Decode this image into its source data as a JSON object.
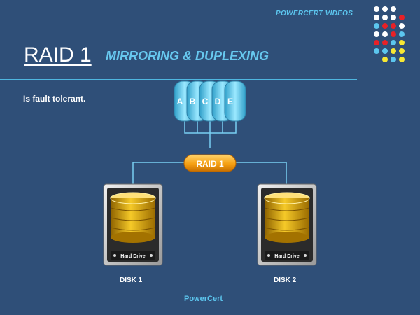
{
  "header": {
    "brand": "POWERCERT VIDEOS",
    "title": "RAID 1",
    "subtitle": "MIRRORING & DUPLEXING"
  },
  "content": {
    "bullet": "Is fault tolerant."
  },
  "diagram": {
    "data_blocks": [
      "A",
      "B",
      "C",
      "D",
      "E"
    ],
    "controller_label": "RAID 1",
    "drive_label": "Hard Drive",
    "disks": [
      "DISK 1",
      "DISK 2"
    ]
  },
  "footer": "PowerCert",
  "colors": {
    "background": "#2f4f78",
    "accent": "#5cc6ee",
    "controller": "#f0a21a",
    "platter": "#d9a613"
  }
}
